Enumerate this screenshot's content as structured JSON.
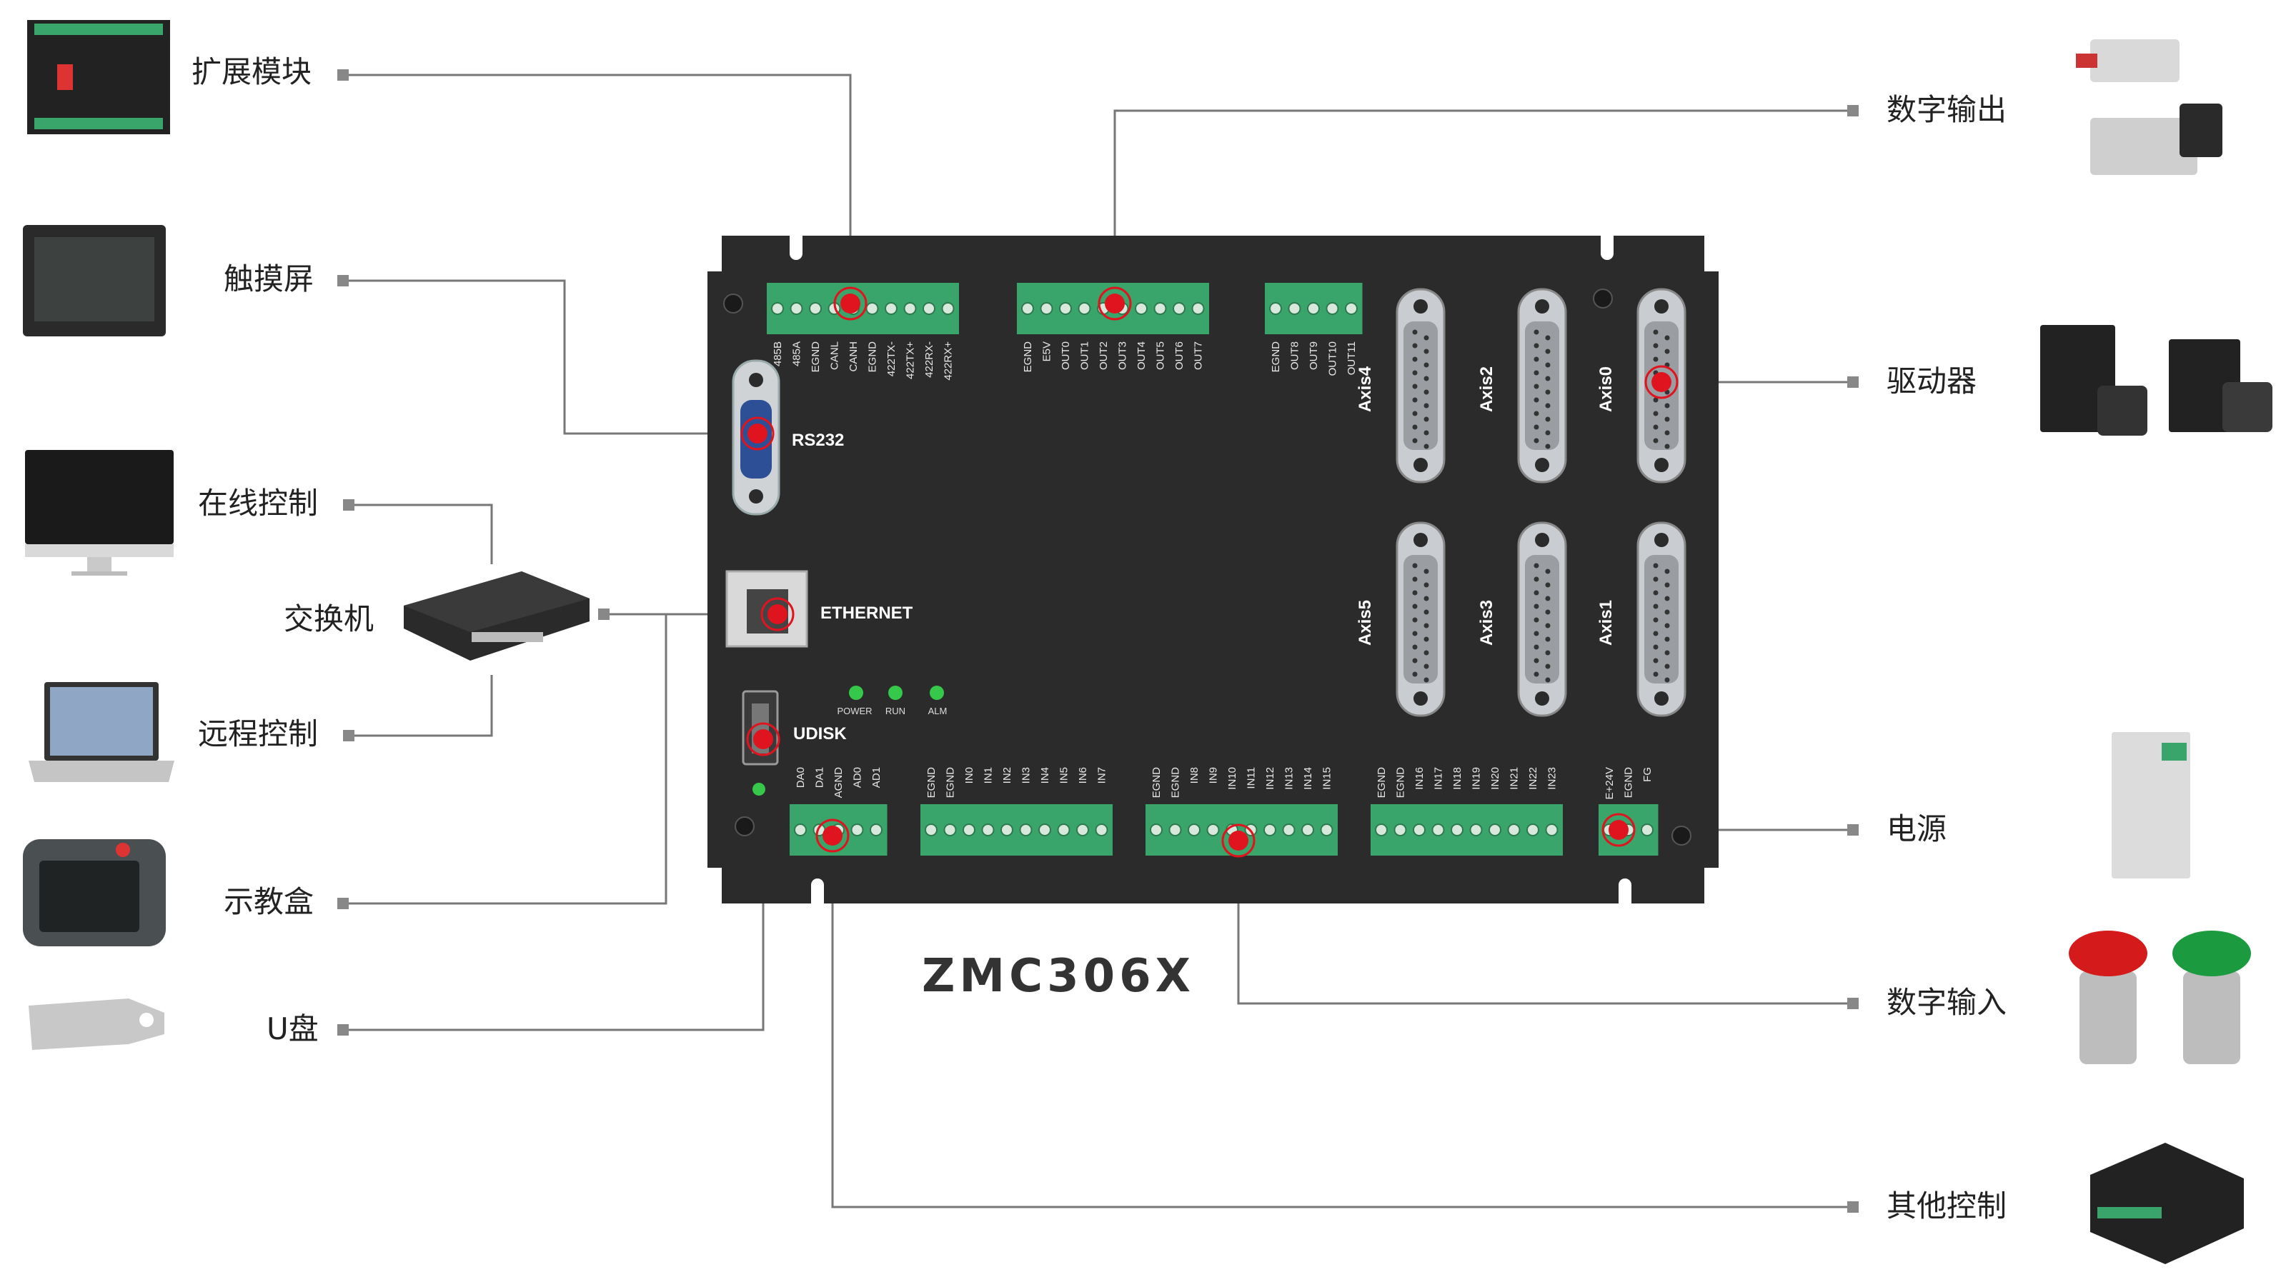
{
  "diagram": {
    "model": "ZMC306X",
    "left_labels": [
      "扩展模块",
      "触摸屏",
      "在线控制",
      "交换机",
      "远程控制",
      "示教盒",
      "U盘"
    ],
    "right_labels": [
      "数字输出",
      "驱动器",
      "电源",
      "数字输入",
      "其他控制"
    ],
    "port_labels": {
      "rs232": "RS232",
      "ethernet": "ETHERNET",
      "udisk": "UDISK",
      "leds": [
        "POWER",
        "RUN",
        "ALM"
      ]
    },
    "axis_labels": [
      "Axis4",
      "Axis2",
      "Axis0",
      "Axis5",
      "Axis3",
      "Axis1"
    ],
    "top_terminal_pins": [
      [
        "485B",
        "485A",
        "EGND",
        "CANL",
        "CANH",
        "EGND",
        "422TX-",
        "422TX+",
        "422RX-",
        "422RX+"
      ],
      [
        "EGND",
        "E5V",
        "OUT0",
        "OUT1",
        "OUT2",
        "OUT3",
        "OUT4",
        "OUT5",
        "OUT6",
        "OUT7"
      ],
      [
        "EGND",
        "OUT8",
        "OUT9",
        "OUT10",
        "OUT11"
      ]
    ],
    "bottom_terminal_pins": [
      [
        "DA0",
        "DA1",
        "AGND",
        "AD0",
        "AD1"
      ],
      [
        "EGND",
        "EGND",
        "IN0",
        "IN1",
        "IN2",
        "IN3",
        "IN4",
        "IN5",
        "IN6",
        "IN7"
      ],
      [
        "EGND",
        "EGND",
        "IN8",
        "IN9",
        "IN10",
        "IN11",
        "IN12",
        "IN13",
        "IN14",
        "IN15"
      ],
      [
        "EGND",
        "EGND",
        "IN16",
        "IN17",
        "IN18",
        "IN19",
        "IN20",
        "IN21",
        "IN22",
        "IN23"
      ],
      [
        "E+24V",
        "EGND",
        "FG"
      ]
    ],
    "colors": {
      "board": "#2b2b2b",
      "terminal": "#3aa56a",
      "marker": "#e0141e",
      "line": "#777777",
      "led": "#35c84a"
    }
  }
}
